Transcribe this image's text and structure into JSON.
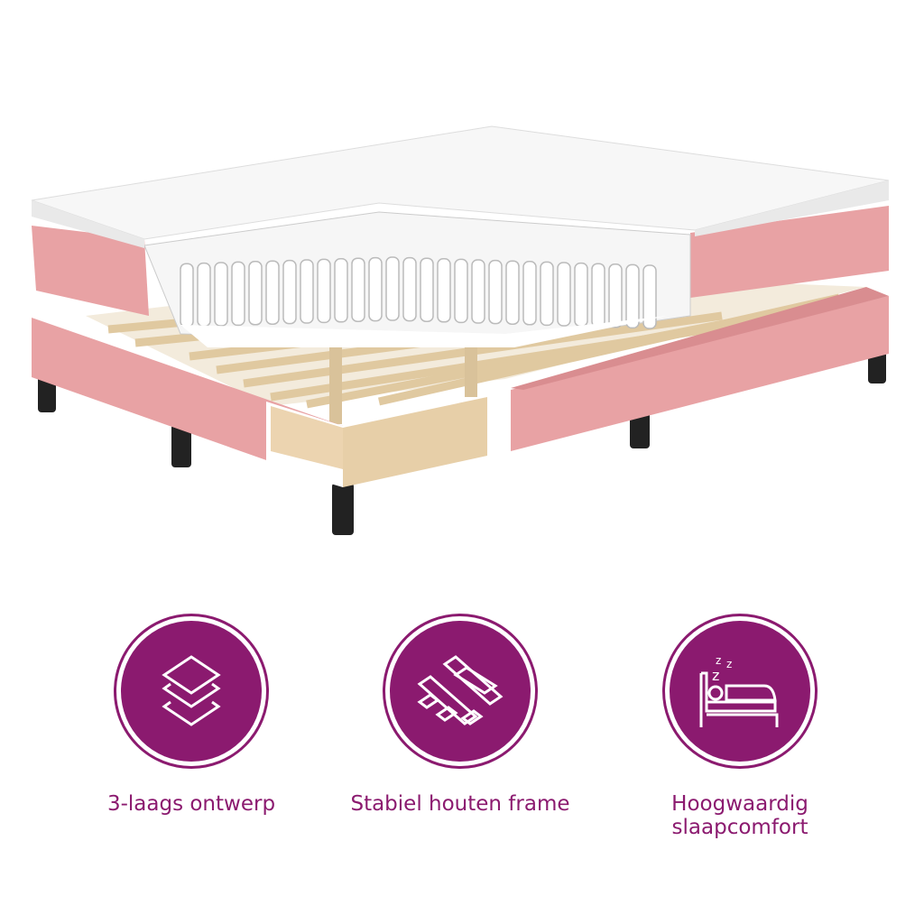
{
  "colors": {
    "accent": "#8b1a6f",
    "upholstery": "#e8a2a4",
    "slats": "#ecd9b8",
    "legs": "#222222"
  },
  "image": {
    "subject": "box-spring-bed",
    "icon": "bed-cutaway-illustration"
  },
  "features": [
    {
      "icon": "layers-icon",
      "label": "3-laags ontwerp"
    },
    {
      "icon": "wood-slats-icon",
      "label": "Stabiel houten frame"
    },
    {
      "icon": "sleeping-bed-icon",
      "label": "Hoogwaardig slaapcomfort"
    }
  ]
}
